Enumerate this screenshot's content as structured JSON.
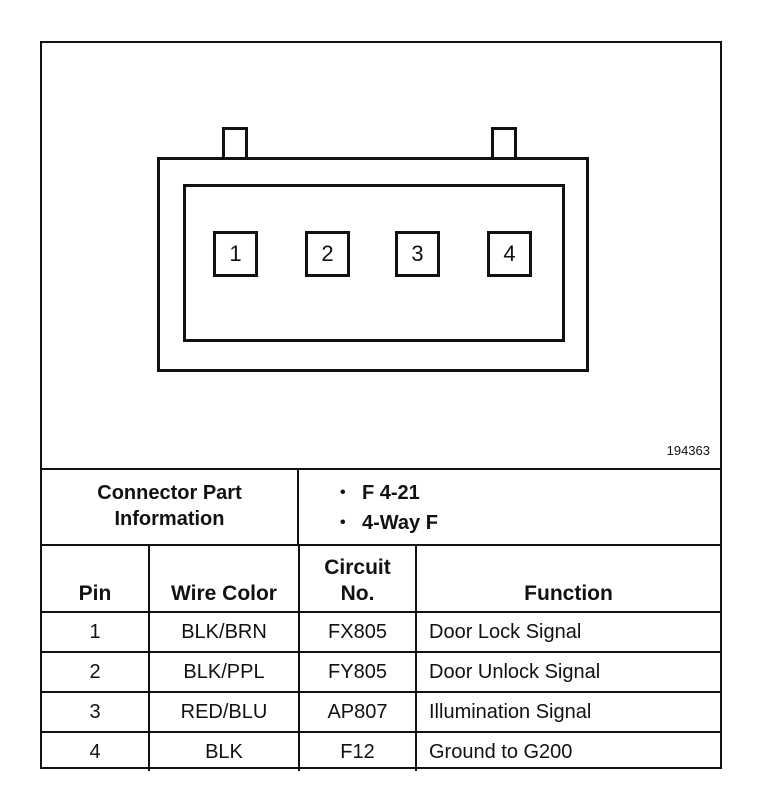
{
  "diagram": {
    "reference_number": "194363",
    "pins": [
      "1",
      "2",
      "3",
      "4"
    ]
  },
  "part_info": {
    "label_line1": "Connector Part",
    "label_line2": "Information",
    "items": [
      "F 4-21",
      "4-Way F"
    ]
  },
  "table": {
    "headers": {
      "pin": "Pin",
      "wire_color": "Wire Color",
      "circuit_line1": "Circuit",
      "circuit_line2": "No.",
      "function": "Function"
    },
    "rows": [
      {
        "pin": "1",
        "wire_color": "BLK/BRN",
        "circuit": "FX805",
        "function": "Door Lock Signal"
      },
      {
        "pin": "2",
        "wire_color": "BLK/PPL",
        "circuit": "FY805",
        "function": "Door Unlock Signal"
      },
      {
        "pin": "3",
        "wire_color": "RED/BLU",
        "circuit": "AP807",
        "function": "Illumination Signal"
      },
      {
        "pin": "4",
        "wire_color": "BLK",
        "circuit": "F12",
        "function": "Ground to G200"
      }
    ]
  }
}
